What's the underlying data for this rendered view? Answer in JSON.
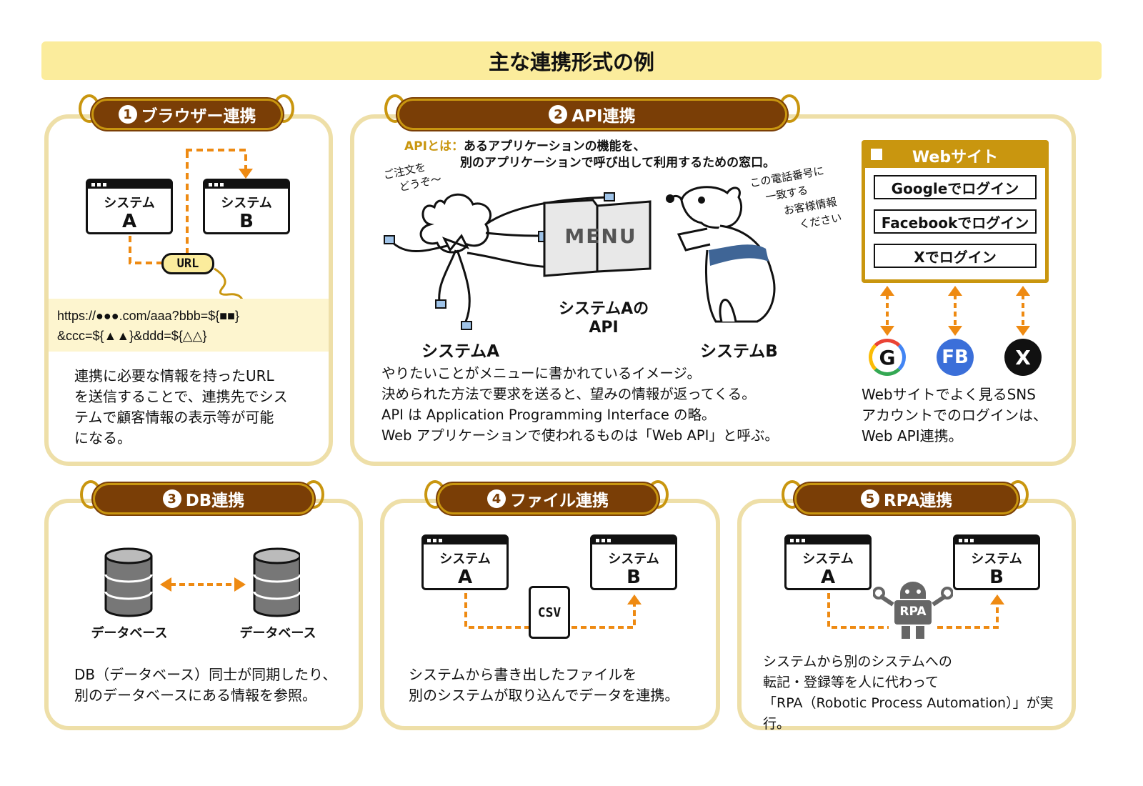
{
  "title": "主な連携形式の例",
  "colors": {
    "banner": "#fbec9c",
    "ribbon": "#7a3e06",
    "gold": "#c9960f",
    "panel_border": "#eedfa8",
    "arrow": "#ee8a12"
  },
  "browser": {
    "num": "1",
    "title": "ブラウザー連携",
    "system_a": {
      "line1": "システム",
      "line2": "A"
    },
    "system_b": {
      "line1": "システム",
      "line2": "B"
    },
    "url_tag": "URL",
    "url_line1": "https://●●●.com/aaa?bbb=${■■}",
    "url_line2": "&ccc=${▲▲}&ddd=${△△}",
    "desc": [
      "連携に必要な情報を持ったURL",
      "を送信することで、連携先でシス",
      "テムで顧客情報の表示等が可能",
      "になる。"
    ]
  },
  "api": {
    "num": "2",
    "title": "API連携",
    "def_label": "APIとは：",
    "def_line1": "あるアプリケーションの機能を、",
    "def_line2": "別のアプリケーションで呼び出して利用するための窓口。",
    "speech_a": [
      "ご注文を",
      "どうぞ〜"
    ],
    "speech_b": [
      "この電話番号に",
      "一致する",
      "お客様情報",
      "ください"
    ],
    "menu": "MENU",
    "label_api": [
      "システムAの",
      "API"
    ],
    "label_a": "システムA",
    "label_b": "システムB",
    "desc": [
      "やりたいことがメニューに書かれているイメージ。",
      "決められた方法で要求を送ると、望みの情報が返ってくる。",
      "API は Application Programming Interface の略。",
      "Web アプリケーションで使われるものは「Web API」と呼ぶ。"
    ],
    "website": {
      "title": "Webサイト",
      "buttons": [
        "Googleでログイン",
        "Facebookでログイン",
        "Xでログイン"
      ],
      "icons": [
        "G",
        "FB",
        "X"
      ]
    },
    "sns_desc": [
      "Webサイトでよく見るSNS",
      "アカウントでのログインは、",
      "Web API連携。"
    ]
  },
  "db": {
    "num": "3",
    "title": "DB連携",
    "db_label": "データベース",
    "desc": [
      "DB（データベース）同士が同期したり、",
      "別のデータベースにある情報を参照。"
    ]
  },
  "file": {
    "num": "4",
    "title": "ファイル連携",
    "system_a": {
      "line1": "システム",
      "line2": "A"
    },
    "system_b": {
      "line1": "システム",
      "line2": "B"
    },
    "csv": "CSV",
    "desc": [
      "システムから書き出したファイルを",
      "別のシステムが取り込んでデータを連携。"
    ]
  },
  "rpa": {
    "num": "5",
    "title": "RPA連携",
    "system_a": {
      "line1": "システム",
      "line2": "A"
    },
    "system_b": {
      "line1": "システム",
      "line2": "B"
    },
    "robot_label": "RPA",
    "desc": [
      "システムから別のシステムへの",
      "転記・登録等を人に代わって",
      "「RPA（Robotic Process Automation）」が実行。"
    ]
  }
}
